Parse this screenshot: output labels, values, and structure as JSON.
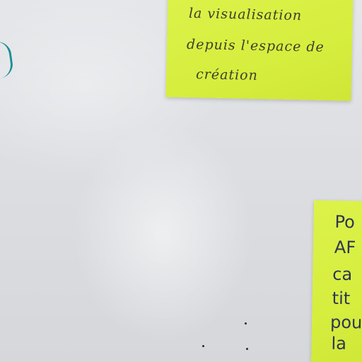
{
  "scene": {
    "wall_color": "#dcdee2",
    "marker_color": "#1a8e94",
    "note_color": "#d6ee3e"
  },
  "note_top": {
    "lines": [
      "la visualisation",
      "depuis l'espace de",
      "création"
    ]
  },
  "note_right": {
    "lines": [
      "Po",
      "AF",
      "ca",
      "tit",
      "pou",
      "la"
    ]
  }
}
